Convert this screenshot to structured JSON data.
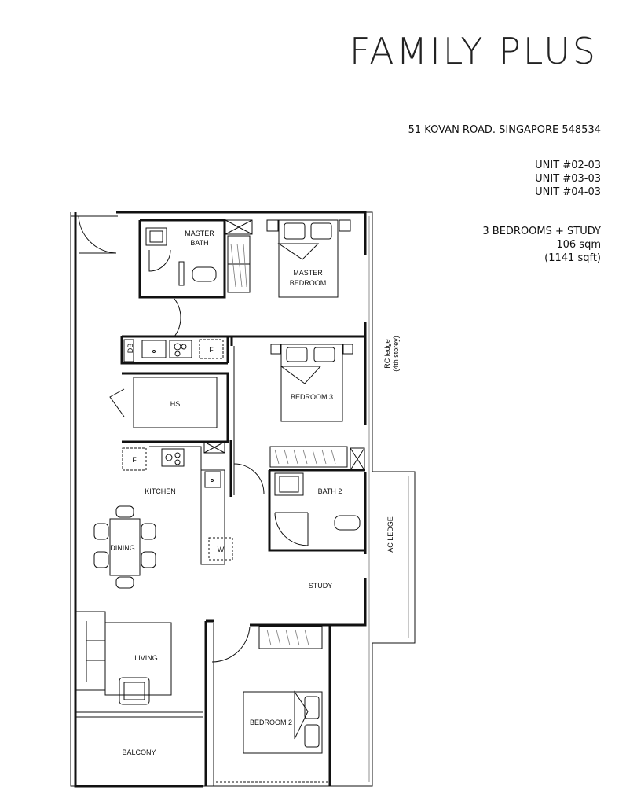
{
  "header": {
    "title": "FAMILY PLUS",
    "address": "51 KOVAN ROAD. SINGAPORE 548534",
    "units": [
      "UNIT #02-03",
      "UNIT #03-03",
      "UNIT #04-03"
    ],
    "unit_type": "3 BEDROOMS + STUDY",
    "area_sqm": "106 sqm",
    "area_sqft": "(1141 sqft)"
  },
  "plan": {
    "rooms": {
      "master_bath_l1": "MASTER",
      "master_bath_l2": "BATH",
      "master_bed_l1": "MASTER",
      "master_bed_l2": "BEDROOM",
      "db": "DB",
      "fridge_top": "F",
      "hs": "HS",
      "bedroom3": "BEDROOM 3",
      "fridge_kitchen": "F",
      "kitchen": "KITCHEN",
      "bath2": "BATH 2",
      "dining": "DINING",
      "washer": "W",
      "study": "STUDY",
      "living": "LIVING",
      "bedroom2": "BEDROOM 2",
      "balcony": "BALCONY",
      "rc_ledge_l1": "RC ledge",
      "rc_ledge_l2": "(4th storey)",
      "ac_ledge": "AC LEDGE"
    }
  }
}
